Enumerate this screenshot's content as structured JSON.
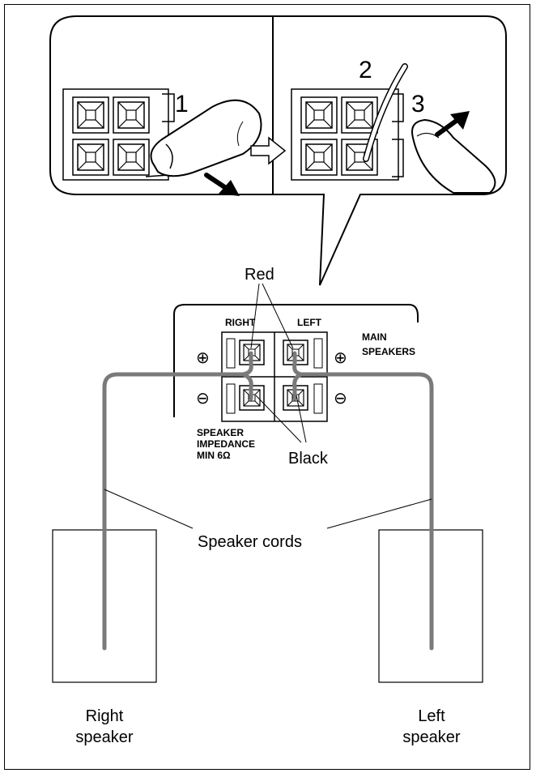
{
  "steps": [
    "1",
    "2",
    "3"
  ],
  "terminal_panel": {
    "right_label": "RIGHT",
    "left_label": "LEFT",
    "main_speakers_line1": "MAIN",
    "main_speakers_line2": "SPEAKERS",
    "impedance_line1": "SPEAKER",
    "impedance_line2": "IMPEDANCE",
    "impedance_line3": "MIN 6Ω",
    "plus_symbol": "⊕",
    "minus_symbol": "⊖"
  },
  "callouts": {
    "red": "Red",
    "black": "Black",
    "speaker_cords": "Speaker cords"
  },
  "speakers": {
    "right_line1": "Right",
    "right_line2": "speaker",
    "left_line1": "Left",
    "left_line2": "speaker"
  },
  "colors": {
    "cord": "#7a7a7a",
    "line": "#000000"
  }
}
